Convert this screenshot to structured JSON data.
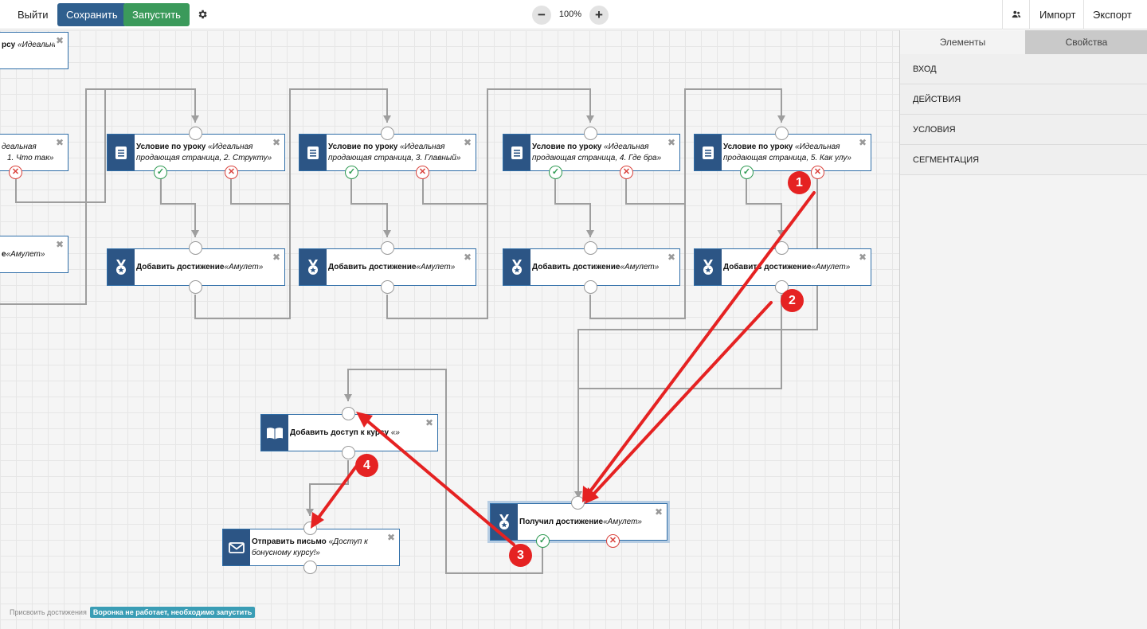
{
  "toolbar": {
    "exit_label": "Выйти",
    "save_label": "Сохранить",
    "run_label": "Запустить",
    "zoom_out": "−",
    "zoom_value": "100%",
    "zoom_in": "+",
    "import_label": "Импорт",
    "export_label": "Экспорт"
  },
  "nodes": {
    "top_partial": {
      "title": "рсу",
      "detail": "«Идеальная"
    },
    "partial_condition": {
      "detail": "деальная",
      "detail2": "1. Что так»"
    },
    "partial_achievement": {
      "title": "е",
      "detail": "«Амулет»"
    },
    "cond2": {
      "title": "Условие по уроку",
      "detail": "«Идеальная",
      "detail2": "продающая страница, 2. Структу»"
    },
    "cond3": {
      "title": "Условие по уроку",
      "detail": "«Идеальная",
      "detail2": "продающая страница, 3. Главный»"
    },
    "cond4": {
      "title": "Условие по уроку",
      "detail": "«Идеальная",
      "detail2": "продающая страница, 4. Где бра»"
    },
    "cond5": {
      "title": "Условие по уроку",
      "detail": "«Идеальная",
      "detail2": "продающая страница, 5. Как улу»"
    },
    "ach2": {
      "title": "Добавить достижение",
      "detail": "«Амулет»"
    },
    "ach3": {
      "title": "Добавить достижение",
      "detail": "«Амулет»"
    },
    "ach4": {
      "title": "Добавить достижение",
      "detail": "«Амулет»"
    },
    "ach5": {
      "title": "Добавить достижение",
      "detail": "«Амулет»"
    },
    "course": {
      "title": "Добавить доступ к курсу",
      "detail": "«»"
    },
    "received": {
      "title": "Получил достижение",
      "detail": "«Амулет»"
    },
    "email": {
      "title": "Отправить письмо",
      "detail": "«Доступ к",
      "detail2": "бонусному курсу!»"
    },
    "close_glyph": "✖"
  },
  "ports": {
    "ok_glyph": "✓",
    "no_glyph": "✕"
  },
  "annotations": {
    "badge1": "1",
    "badge2": "2",
    "badge3": "3",
    "badge4": "4",
    "color": "#e52222"
  },
  "status": {
    "funnel_name": "Присвоить достижения",
    "state": "Воронка не работает, необходимо запустить"
  },
  "panel": {
    "tab_elements": "Элементы",
    "tab_properties": "Свойства",
    "sections": [
      "ВХОД",
      "ДЕЙСТВИЯ",
      "УСЛОВИЯ",
      "СЕГМЕНТАЦИЯ"
    ]
  },
  "colors": {
    "primary": "#2f5f8e",
    "success": "#3b9a5b",
    "node_icon": "#2c5585",
    "status_pill": "#3a9db5"
  }
}
